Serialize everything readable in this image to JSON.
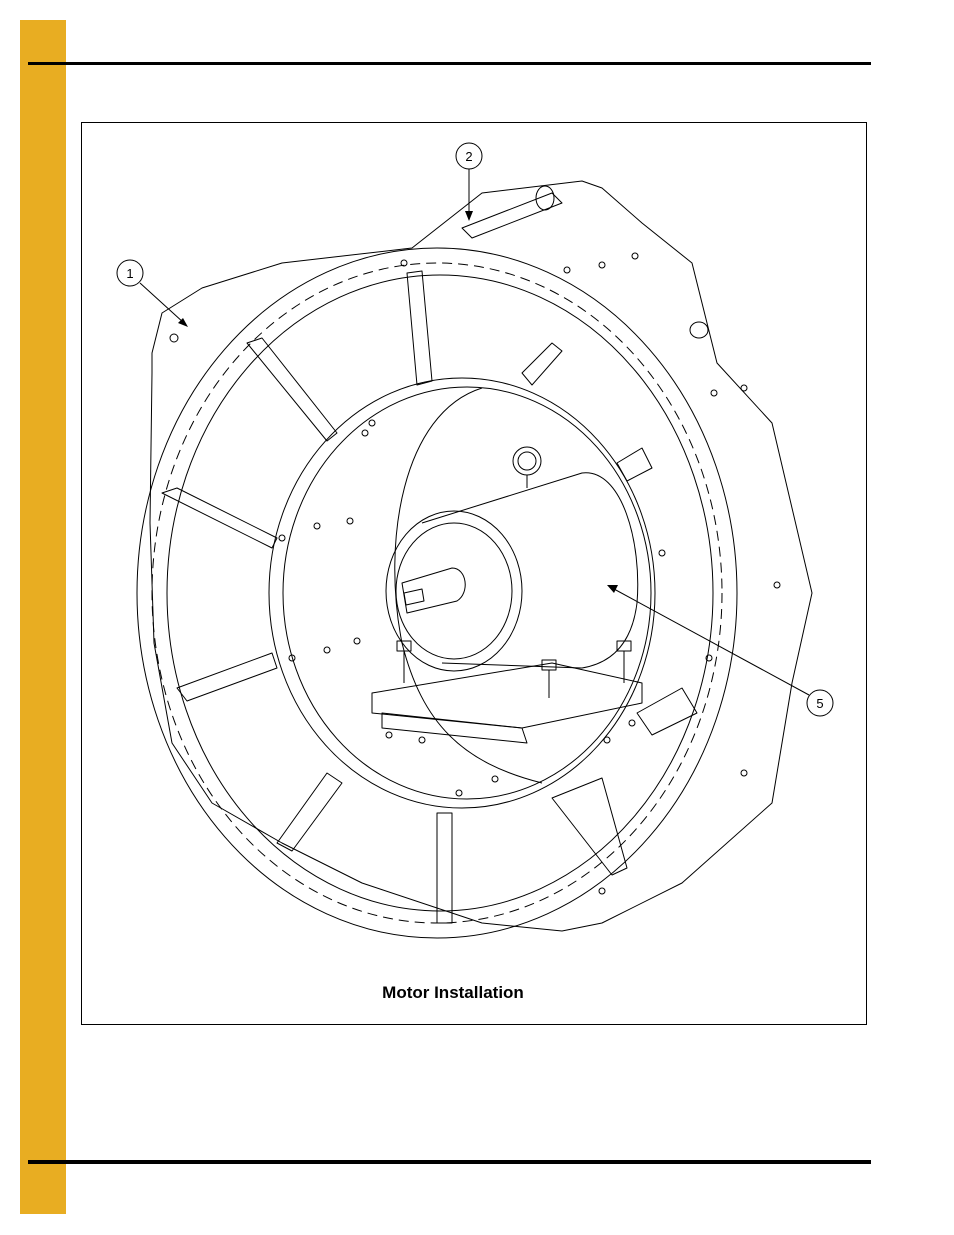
{
  "figure": {
    "caption": "Motor Installation",
    "callouts": [
      {
        "id": "callout-1",
        "label": "1"
      },
      {
        "id": "callout-2",
        "label": "2"
      },
      {
        "id": "callout-5",
        "label": "5"
      }
    ]
  },
  "colors": {
    "side_tab": "#e8ad22",
    "rule": "#000000",
    "line_art": "#000000"
  }
}
